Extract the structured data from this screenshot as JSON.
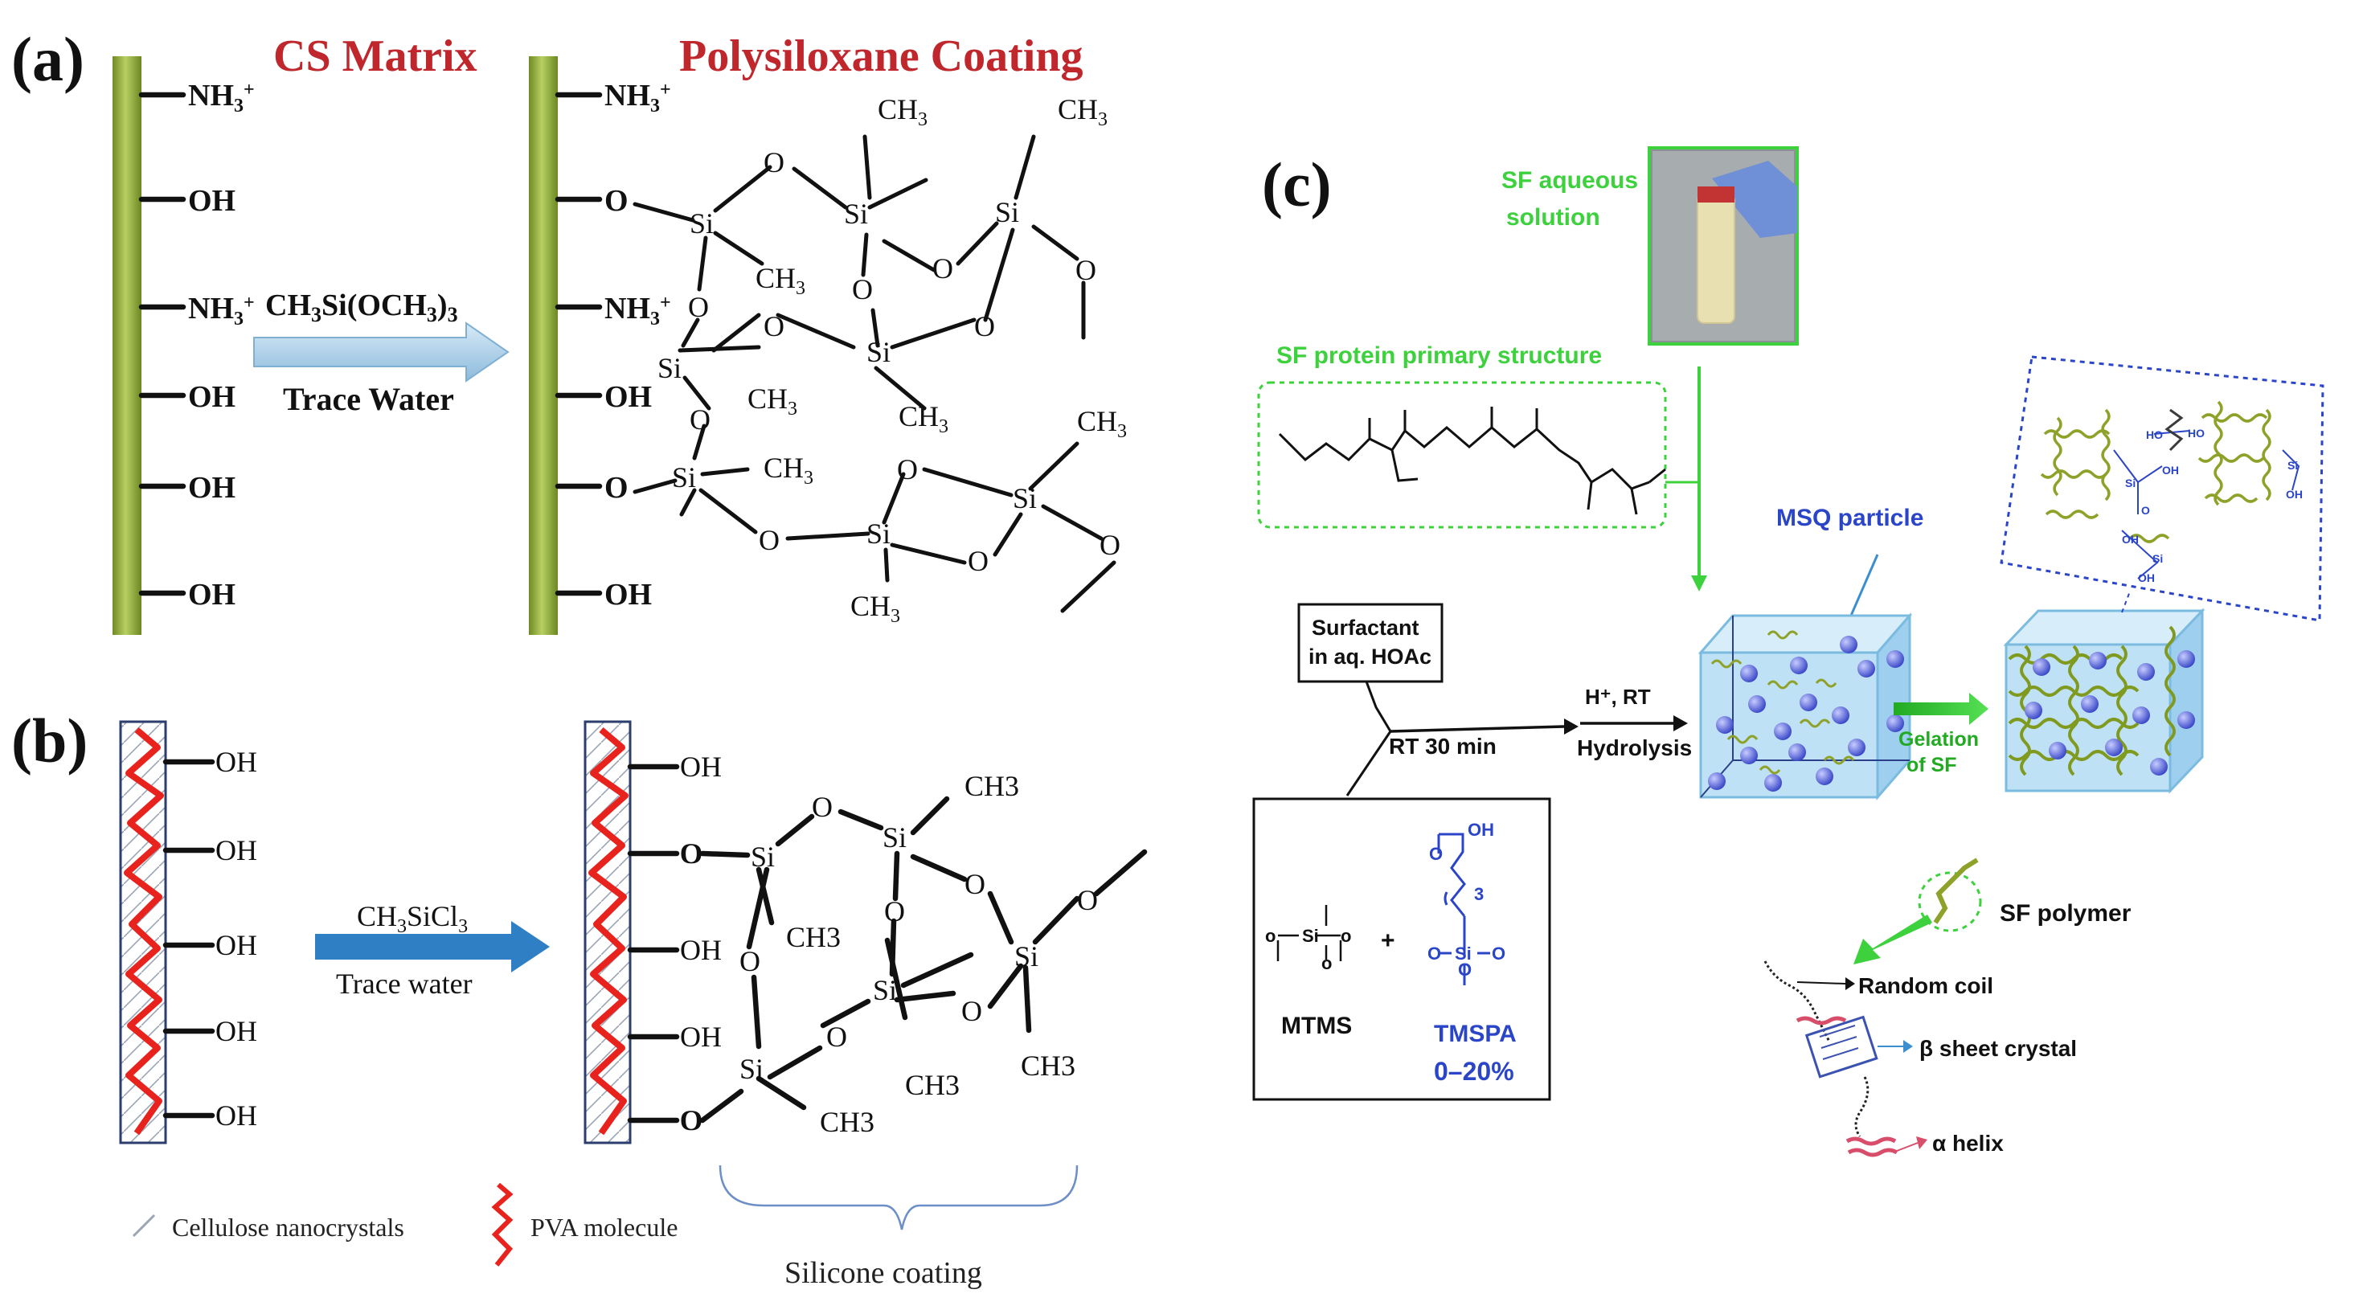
{
  "panel_a": {
    "label": "(a)",
    "title_left": "CS Matrix",
    "title_right": "Polysiloxane Coating",
    "left_groups": [
      "NH",
      "OH",
      "NH",
      "OH",
      "OH",
      "OH"
    ],
    "right_groups": [
      "NH",
      "O",
      "NH",
      "OH",
      "O",
      "OH"
    ],
    "reagent": "CH",
    "condition": "Trace Water",
    "atoms": {
      "si": "Si",
      "o": "O",
      "ch3": "CH"
    },
    "colors": {
      "title": "#c0272d",
      "bar": "#8aa33a",
      "arrow": "#a9cde6"
    }
  },
  "panel_b": {
    "label": "(b)",
    "left_groups": [
      "OH",
      "OH",
      "OH",
      "OH",
      "OH"
    ],
    "right_groups": [
      "OH",
      "O",
      "OH",
      "OH",
      "O"
    ],
    "reagent": "CH",
    "condition": "Trace water",
    "ch3_label": "CH3",
    "si": "Si",
    "o": "O",
    "legend_cnc": "Cellulose nanocrystals",
    "legend_pva": "PVA molecule",
    "coating_label": "Silicone coating",
    "colors": {
      "pva": "#e8231d",
      "arrow": "#2f7fc4"
    }
  },
  "panel_c": {
    "label": "(c)",
    "sf_solution": [
      "SF aqueous",
      "solution"
    ],
    "primary_structure": "SF protein primary structure",
    "surfactant": [
      "Surfactant",
      "in aq. HOAc"
    ],
    "rt": "RT 30 min",
    "acid": "H⁺, RT",
    "hydrolysis": "Hydrolysis",
    "msq_particle": "MSQ particle",
    "gelation": [
      "Gelation",
      "of SF"
    ],
    "mtms": "MTMS",
    "tmspa": "TMSPA",
    "tmspa_range": "0–20%",
    "sf_polymer": "SF polymer",
    "random_coil": "Random coil",
    "beta_sheet": "β sheet crystal",
    "alpha_helix": "α helix",
    "colors": {
      "green": "#3dd13d",
      "blue": "#2b45c8",
      "cube": "#bfe1f5"
    }
  }
}
